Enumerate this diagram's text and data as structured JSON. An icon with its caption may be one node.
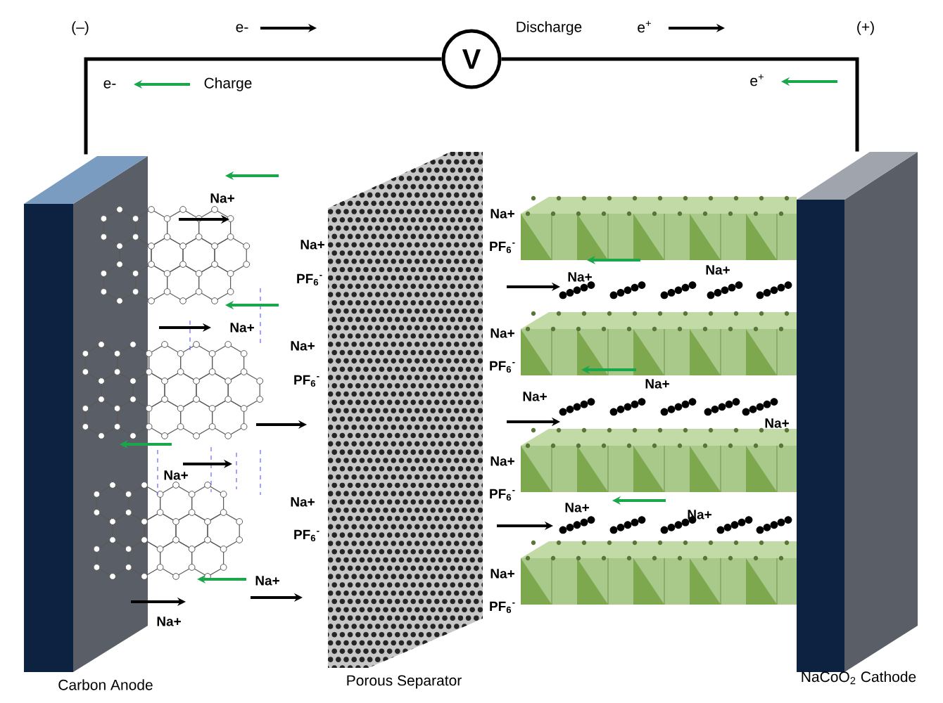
{
  "diagram": {
    "nodes": [
      {
        "text": [
          "Carbon Anode"
        ]
      },
      {
        "text": [
          "Porous Separator"
        ]
      },
      {
        "text": [
          "NaCoO$_{2}$ Cathode"
        ]
      },
      {
        "text": [
          "V"
        ]
      }
    ],
    "edges": [
      {
        "from": 0,
        "to": 3,
        "arrow": "none"
      },
      {
        "from": 3,
        "to": 2,
        "arrow": "none"
      }
    ],
    "labels": [
      "(–)",
      "e-",
      "Discharge",
      "e$^{+}$",
      "(+)",
      "e-",
      "Charge",
      "e$^{+}$",
      "Na+",
      "Na+",
      "Na+",
      "PF$_{6}$$^{-}$",
      "PF$_{6}$$^{-}$",
      "Na+",
      "Na+",
      "Na+",
      "Na+",
      "Na+",
      "PF$_{6}$$^{-}$",
      "PF$_{6}$$^{-}$",
      "Na+",
      "Na+",
      "Na+",
      "Na+",
      "Na+",
      "Na+",
      "PF$_{6}$$^{-}$",
      "Na+",
      "Na+",
      "PF$_{6}$$^{-}$",
      "Na+",
      "Na+",
      "PF$_{6}$$^{-}$",
      "Na+"
    ]
  }
}
